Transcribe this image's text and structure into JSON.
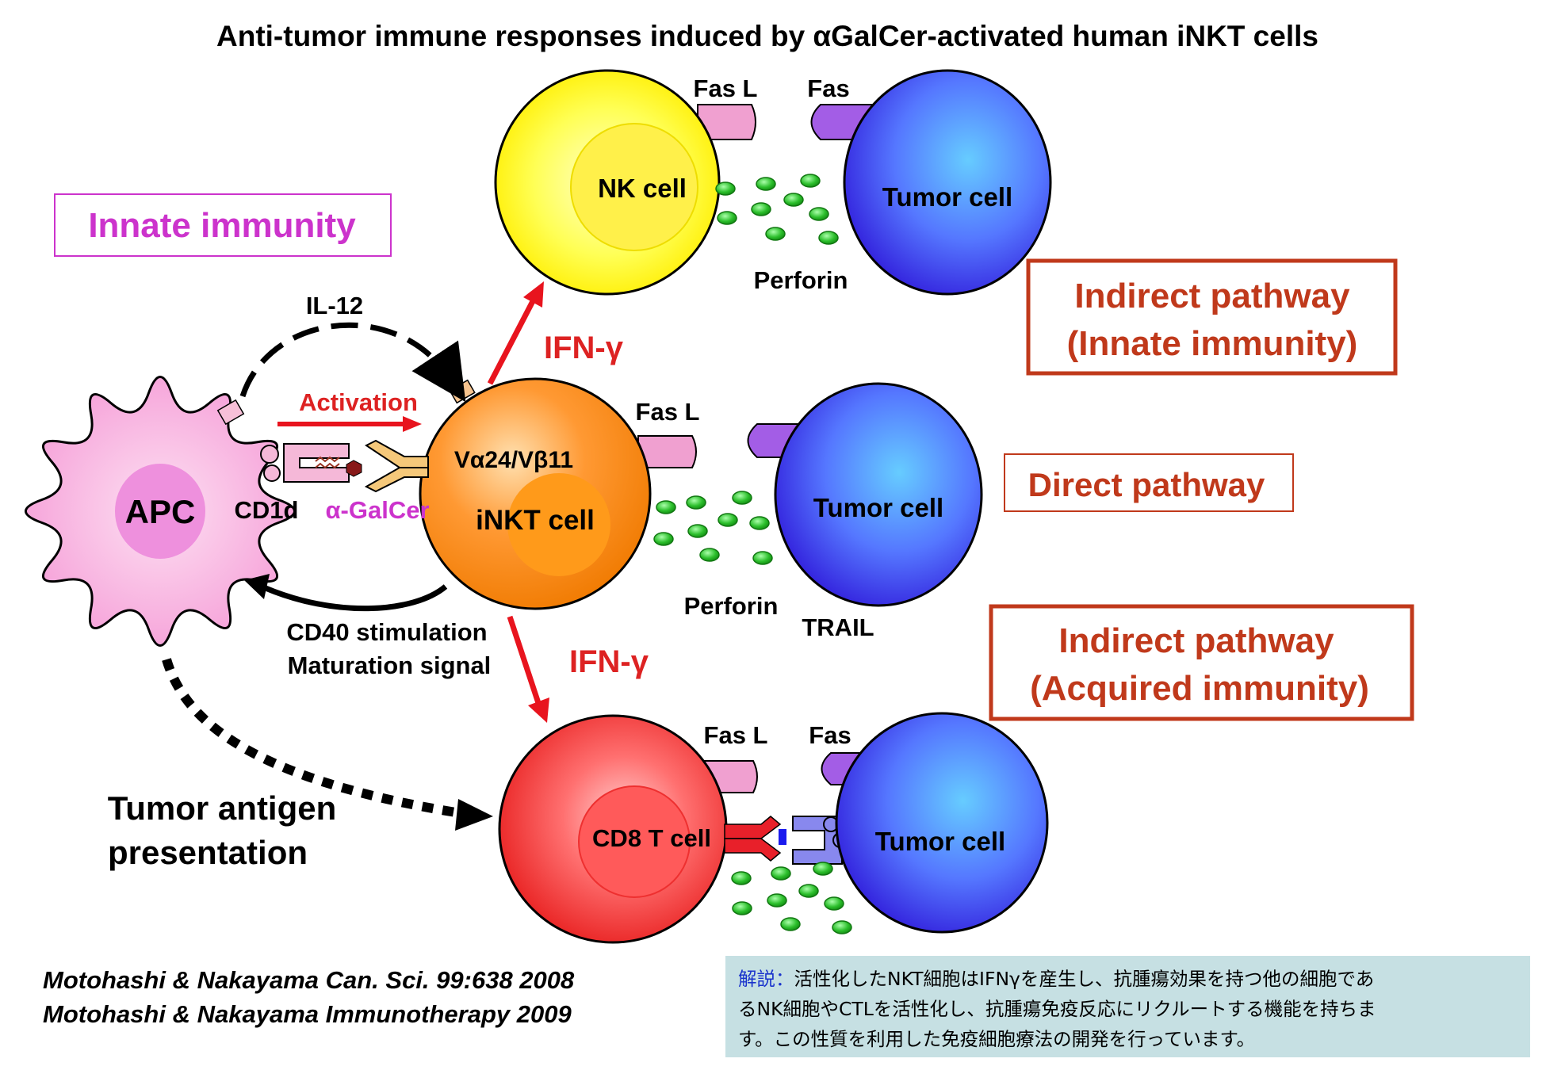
{
  "title": "Anti-tumor immune responses induced by αGalCer-activated human iNKT cells",
  "cells": {
    "apc": "APC",
    "nk": "NK cell",
    "inkt": "iNKT cell",
    "cd8": "CD8 T cell",
    "tumor_top": "Tumor cell",
    "tumor_middle": "Tumor cell",
    "tumor_bottom": "Tumor cell"
  },
  "labels": {
    "innate_immunity": "Innate immunity",
    "il12": "IL-12",
    "activation": "Activation",
    "cd1d": "CD1d",
    "galcer": "α-GalCer",
    "va24": "Vα24/Vβ11",
    "cd40_line1": "CD40 stimulation",
    "cd40_line2": "Maturation signal",
    "tumor_antigen_line1": "Tumor antigen",
    "tumor_antigen_line2": "presentation",
    "ifn_gamma_upper": "IFN-γ",
    "ifn_gamma_lower": "IFN-γ",
    "fasl_nk": "Fas L",
    "fas_top": "Fas",
    "perforin_top": "Perforin",
    "fasl_inkt": "Fas L",
    "perforin_middle": "Perforin",
    "trail": "TRAIL",
    "fasl_cd8": "Fas L",
    "fas_bottom": "Fas"
  },
  "pathways": {
    "indirect_innate_line1": "Indirect pathway",
    "indirect_innate_line2": "(Innate immunity)",
    "direct": "Direct pathway",
    "indirect_acquired_line1": "Indirect pathway",
    "indirect_acquired_line2": "(Acquired immunity)"
  },
  "references": {
    "ref1": "Motohashi & Nakayama Can. Sci. 99:638 2008",
    "ref2": "Motohashi & Nakayama Immunotherapy 2009"
  },
  "note": {
    "label": "解説：",
    "line1": "活性化したNKT細胞はIFNγを産生し、抗腫瘍効果を持つ他の細胞であ",
    "line2": "るNK細胞やCTLを活性化し、抗腫瘍免疫反応にリクルートする機能を持ちま",
    "line3": "す。この性質を利用した免疫細胞療法の開発を行っています。"
  },
  "colors": {
    "red_arrow": "#e8141e",
    "ifn_text": "#dd2222",
    "pathway_red": "#c0391b",
    "innate_magenta": "#cc33cc",
    "granule_green": "#27b327",
    "fas_purple": "#a35de6",
    "fasl_pink": "#f0a0d0"
  }
}
